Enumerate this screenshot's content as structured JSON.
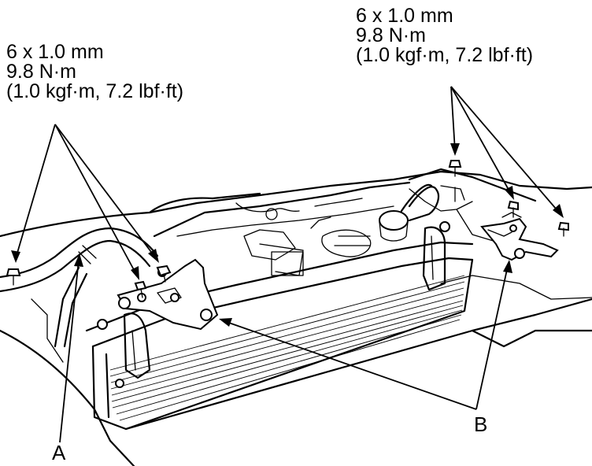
{
  "callouts": {
    "left": {
      "size": "6 x 1.0 mm",
      "torque": "9.8 N·m",
      "torque_alt": "(1.0 kgf·m, 7.2 lbf·ft)"
    },
    "right": {
      "size": "6 x 1.0 mm",
      "torque": "9.8 N·m",
      "torque_alt": "(1.0 kgf·m, 7.2 lbf·ft)"
    }
  },
  "labels": {
    "a": "A",
    "b": "B"
  },
  "colors": {
    "line": "#000000",
    "background": "#ffffff"
  }
}
